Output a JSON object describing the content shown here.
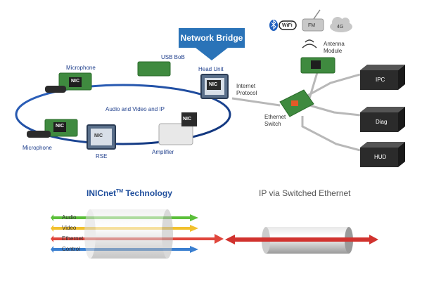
{
  "diagram": {
    "banner": "Network Bridge",
    "ring_label": "Audio and Video and IP",
    "nodes": {
      "microphone_top": "Microphone",
      "microphone_bottom": "Microphone",
      "rse": "RSE",
      "amplifier": "Amplifier",
      "head_unit": "Head Unit",
      "usb_bob": "USB BoB",
      "internet_protocol": "Internet\nProtocol",
      "ethernet_switch": "Ethernet\nSwitch",
      "antenna_module": "Antenna\nModule",
      "fm": "FM",
      "lte": "4G",
      "wifi": "WiFi"
    },
    "nic_tag": "NIC",
    "devices": [
      "IPC",
      "Diag",
      "HUD"
    ],
    "colors": {
      "ring": "#1f4ea0",
      "banner": "#2a73b8",
      "board": "#3f8a3f",
      "audio": "#5bbf3a",
      "video": "#f2c12e",
      "ethernet": "#e0463c",
      "control": "#3a7fd0",
      "device": "#2b2b2b"
    }
  },
  "legend": {
    "inicnet_title": "INICnet",
    "inicnet_tm": "TM",
    "inicnet_suffix": " Technology",
    "ip_title": "IP via Switched Ethernet",
    "arrows": [
      "Audio",
      "Video",
      "Ethernet",
      "Control"
    ]
  }
}
